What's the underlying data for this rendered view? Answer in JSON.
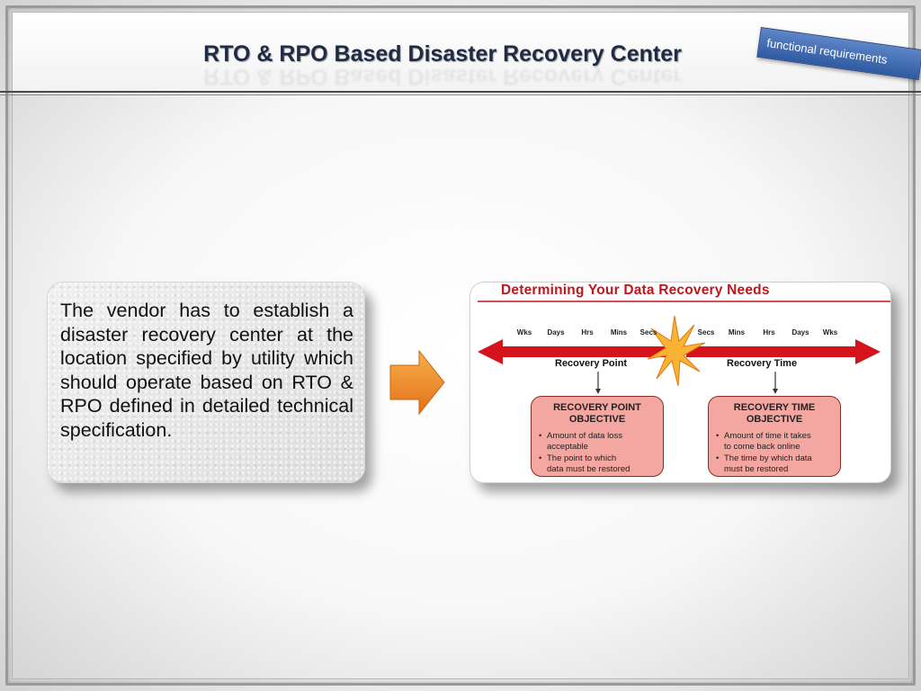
{
  "slide": {
    "title": "RTO & RPO Based Disaster Recovery Center",
    "tag_label": "functional requirements",
    "body_text": "The vendor has to establish a disaster recovery center at the location  specified by utility which should operate based on RTO & RPO defined in detailed technical specification."
  },
  "figure": {
    "title": "Determining Your Data Recovery Needs",
    "left_ticks": [
      "Wks",
      "Days",
      "Hrs",
      "Mins",
      "Secs"
    ],
    "right_ticks": [
      "Secs",
      "Mins",
      "Hrs",
      "Days",
      "Wks"
    ],
    "left_label": "Recovery Point",
    "right_label": "Recovery Time",
    "rpo": {
      "title": "RECOVERY POINT\nOBJECTIVE",
      "bullets": [
        "Amount of data loss\nacceptable",
        "The point to which\ndata must be restored"
      ]
    },
    "rto": {
      "title": "RECOVERY TIME\nOBJECTIVE",
      "bullets": [
        "Amount of time it takes\nto come back online",
        "The time by which data\nmust be restored"
      ]
    }
  },
  "colors": {
    "title": "#1f2a44",
    "tag": "#3d68b0",
    "accent_arrow": "#f08a1e",
    "figure_title": "#c0161c",
    "timeline_arrow": "#d4141a",
    "objective_box": "#f4a6a0"
  }
}
